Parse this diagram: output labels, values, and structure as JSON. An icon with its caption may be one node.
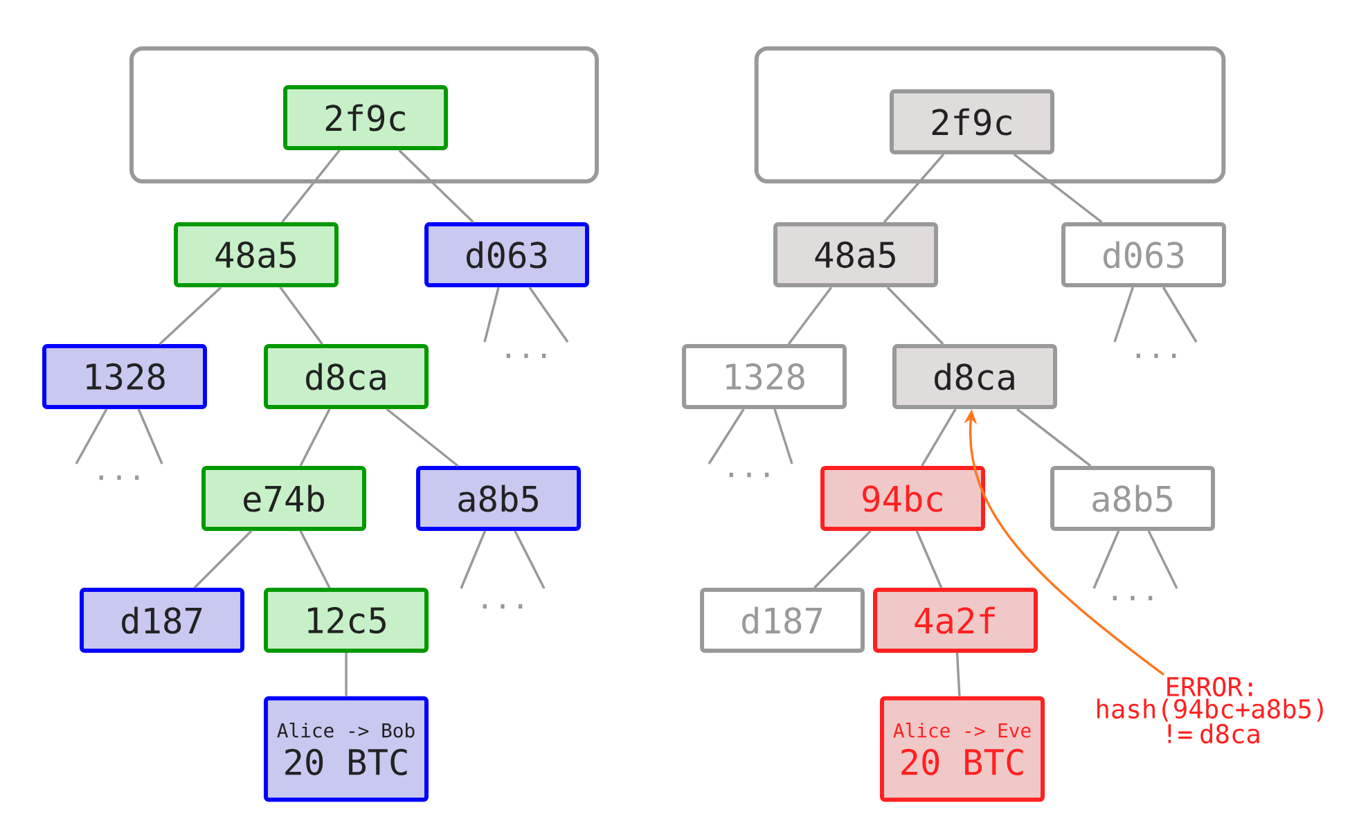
{
  "diagram": {
    "nodes": [
      {
        "text": [],
        "shape": "box"
      },
      {
        "text": [
          "2f9c"
        ],
        "in": 0
      },
      {
        "text": [
          "48a5"
        ]
      },
      {
        "text": [
          "d063"
        ]
      },
      {
        "text": [
          "1328"
        ]
      },
      {
        "text": [
          "d8ca"
        ]
      },
      {
        "text": [
          "e74b"
        ]
      },
      {
        "text": [
          "a8b5"
        ]
      },
      {
        "text": [
          "d187"
        ]
      },
      {
        "text": [
          "12c5"
        ]
      },
      {
        "text": [
          "Alice -> Bob",
          "20 BTC"
        ]
      },
      {
        "text": [],
        "shape": "box"
      },
      {
        "text": [
          "2f9c"
        ],
        "in": 11
      },
      {
        "text": [
          "48a5"
        ]
      },
      {
        "text": [
          "d063"
        ]
      },
      {
        "text": [
          "1328"
        ]
      },
      {
        "text": [
          "d8ca"
        ]
      },
      {
        "text": [
          "94bc"
        ]
      },
      {
        "text": [
          "a8b5"
        ]
      },
      {
        "text": [
          "d187"
        ]
      },
      {
        "text": [
          "4a2f"
        ]
      },
      {
        "text": [
          "Alice -> Eve",
          "20 BTC"
        ]
      },
      {
        "text": [
          "ERROR: hash(94bc+a8b5) != d8ca"
        ]
      }
    ],
    "edges": [
      {
        "from": 1,
        "to": 2,
        "arrow": "none"
      },
      {
        "from": 1,
        "to": 3,
        "arrow": "none"
      },
      {
        "from": 2,
        "to": 4,
        "arrow": "none"
      },
      {
        "from": 2,
        "to": 5,
        "arrow": "none"
      },
      {
        "from": 5,
        "to": 6,
        "arrow": "none"
      },
      {
        "from": 5,
        "to": 7,
        "arrow": "none"
      },
      {
        "from": 6,
        "to": 8,
        "arrow": "none"
      },
      {
        "from": 6,
        "to": 9,
        "arrow": "none"
      },
      {
        "from": 9,
        "to": 10,
        "arrow": "none"
      },
      {
        "from": 4,
        "to": null,
        "arrow": "none"
      },
      {
        "from": 4,
        "to": null,
        "arrow": "none"
      },
      {
        "from": 3,
        "to": null,
        "arrow": "none"
      },
      {
        "from": 3,
        "to": null,
        "arrow": "none"
      },
      {
        "from": 7,
        "to": null,
        "arrow": "none"
      },
      {
        "from": 7,
        "to": null,
        "arrow": "none"
      },
      {
        "from": 12,
        "to": 13,
        "arrow": "none"
      },
      {
        "from": 12,
        "to": 14,
        "arrow": "none"
      },
      {
        "from": 13,
        "to": 15,
        "arrow": "none"
      },
      {
        "from": 13,
        "to": 16,
        "arrow": "none"
      },
      {
        "from": 16,
        "to": 17,
        "arrow": "none"
      },
      {
        "from": 16,
        "to": 18,
        "arrow": "none"
      },
      {
        "from": 17,
        "to": 19,
        "arrow": "none"
      },
      {
        "from": 17,
        "to": 20,
        "arrow": "none"
      },
      {
        "from": 20,
        "to": 21,
        "arrow": "none"
      },
      {
        "from": 15,
        "to": null,
        "arrow": "none"
      },
      {
        "from": 15,
        "to": null,
        "arrow": "none"
      },
      {
        "from": 14,
        "to": null,
        "arrow": "none"
      },
      {
        "from": 14,
        "to": null,
        "arrow": "none"
      },
      {
        "from": 18,
        "to": null,
        "arrow": "none"
      },
      {
        "from": 18,
        "to": null,
        "arrow": "none"
      },
      {
        "from": 22,
        "to": 16,
        "arrow": "to",
        "color": "#ff7722"
      }
    ],
    "labels": [
      "...",
      "...",
      "...",
      "...",
      "...",
      "..."
    ]
  }
}
